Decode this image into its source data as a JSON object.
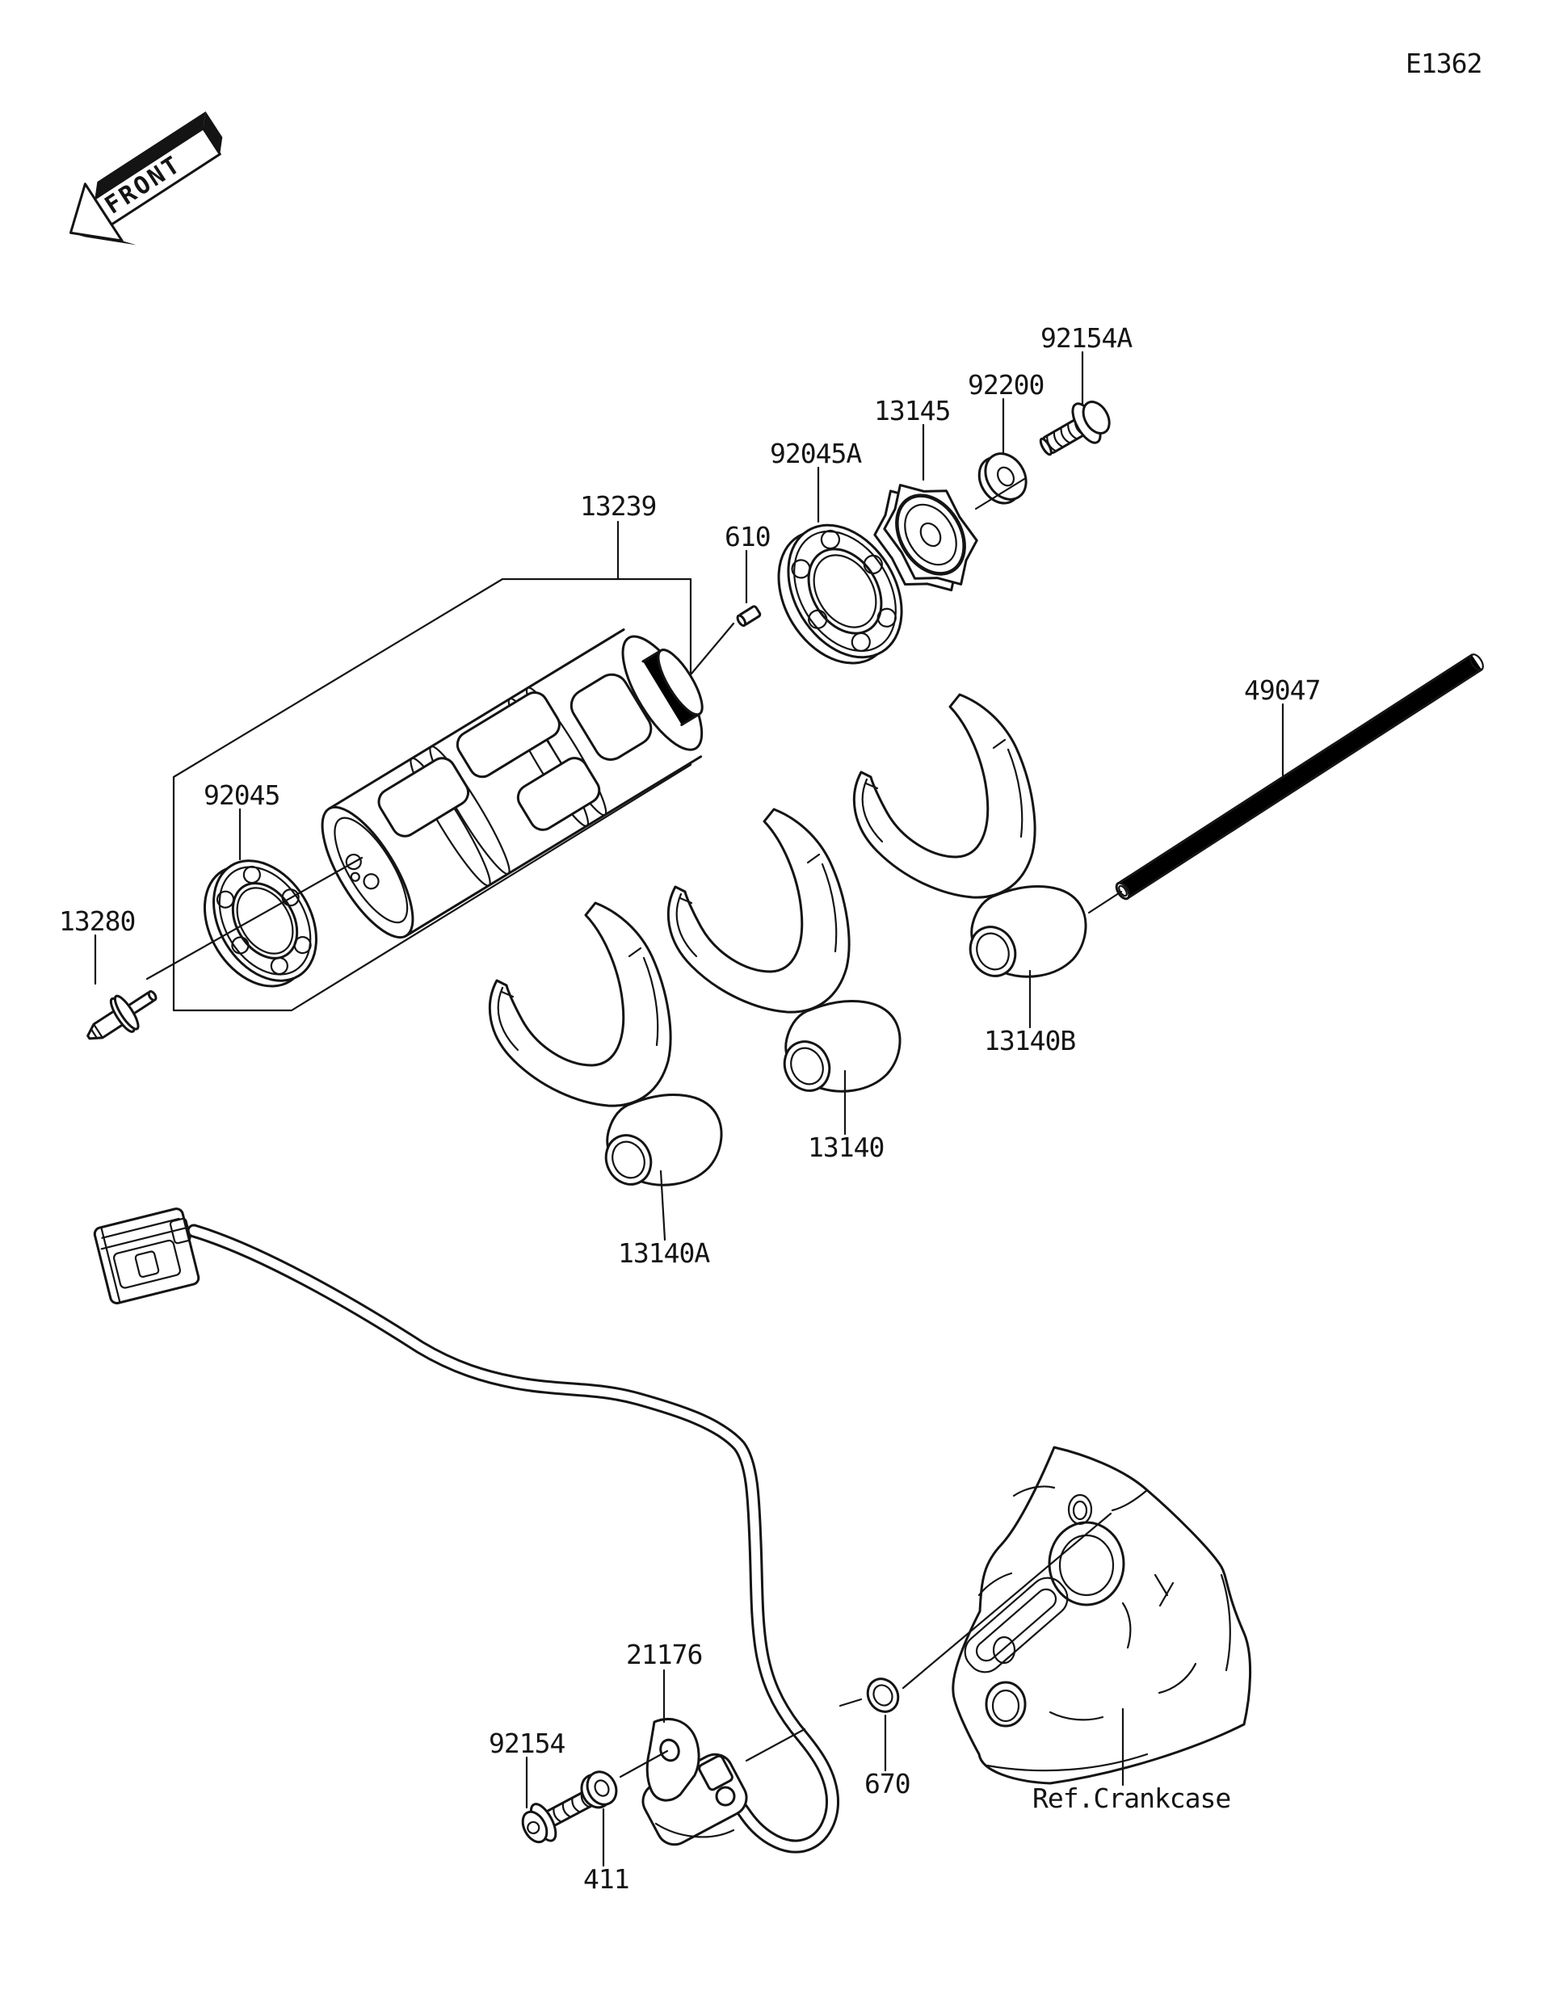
{
  "page_code": "E1362",
  "front_marker": "FRONT",
  "reference_label": "Ref.Crankcase",
  "colors": {
    "line": "#141414",
    "background": "#ffffff"
  },
  "parts": [
    {
      "id": "gear-change-drum-bracket",
      "callout": "13239"
    },
    {
      "id": "pin-short",
      "callout": "610"
    },
    {
      "id": "bearing-upper",
      "callout": "92045A"
    },
    {
      "id": "drum-cam-plate",
      "callout": "13145"
    },
    {
      "id": "washer-plain",
      "callout": "92200"
    },
    {
      "id": "bolt-upper",
      "callout": "92154A"
    },
    {
      "id": "shift-rod",
      "callout": "49047"
    },
    {
      "id": "bearing-lower",
      "callout": "92045"
    },
    {
      "id": "screw-set",
      "callout": "13280"
    },
    {
      "id": "shift-fork-b",
      "callout": "13140B"
    },
    {
      "id": "shift-fork-middle",
      "callout": "13140"
    },
    {
      "id": "shift-fork-a",
      "callout": "13140A"
    },
    {
      "id": "gear-position-switch",
      "callout": "21176"
    },
    {
      "id": "bolt-lower",
      "callout": "92154"
    },
    {
      "id": "washer-small",
      "callout": "411"
    },
    {
      "id": "o-ring",
      "callout": "670"
    }
  ]
}
